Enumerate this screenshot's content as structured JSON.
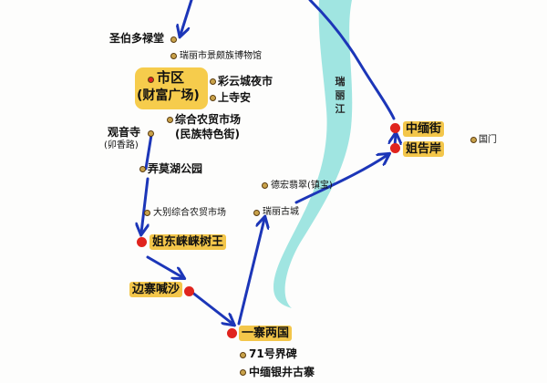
{
  "map": {
    "river": {
      "name": "瑞丽江",
      "color": "#8fe0dc"
    },
    "route_color": "#1c36b8",
    "highlight_color": "#f3c64a",
    "stop_color": "#e0241e",
    "poi_color": "#c9a24a",
    "center": {
      "line1": "市区",
      "line2": "(财富广场)"
    },
    "pois": [
      {
        "id": "shengbo",
        "label": "圣伯多禄堂"
      },
      {
        "id": "museum",
        "label": "瑞丽市景颇族博物馆"
      },
      {
        "id": "caiyun",
        "label": "彩云城夜市"
      },
      {
        "id": "shangdong",
        "label": "上寺安"
      },
      {
        "id": "market",
        "label": "综合农贸市场"
      },
      {
        "id": "market_sub",
        "label": "(民族特色街)"
      },
      {
        "id": "guanyin",
        "label": "观音寺"
      },
      {
        "id": "guanyin_sub",
        "label": "(卯香路)"
      },
      {
        "id": "nongmo",
        "label": "弄莫湖公园"
      },
      {
        "id": "dadeng",
        "label": "大别综合农贸市场"
      },
      {
        "id": "dehong",
        "label": "德宏翡翠(镇宝)"
      },
      {
        "id": "ruili_old",
        "label": "瑞丽古城"
      },
      {
        "id": "guomen",
        "label": "国门"
      },
      {
        "id": "marker71",
        "label": "71号界碑"
      },
      {
        "id": "silver",
        "label": "中缅银井古寨"
      }
    ],
    "stops": [
      {
        "id": "jiedong",
        "label": "姐东崃崃树王"
      },
      {
        "id": "bianzhai",
        "label": "边寨喊沙"
      },
      {
        "id": "yizhai",
        "label": "一寨两国"
      },
      {
        "id": "zhongmian",
        "label": "中缅街"
      },
      {
        "id": "jiegao",
        "label": "姐告岸"
      }
    ]
  }
}
